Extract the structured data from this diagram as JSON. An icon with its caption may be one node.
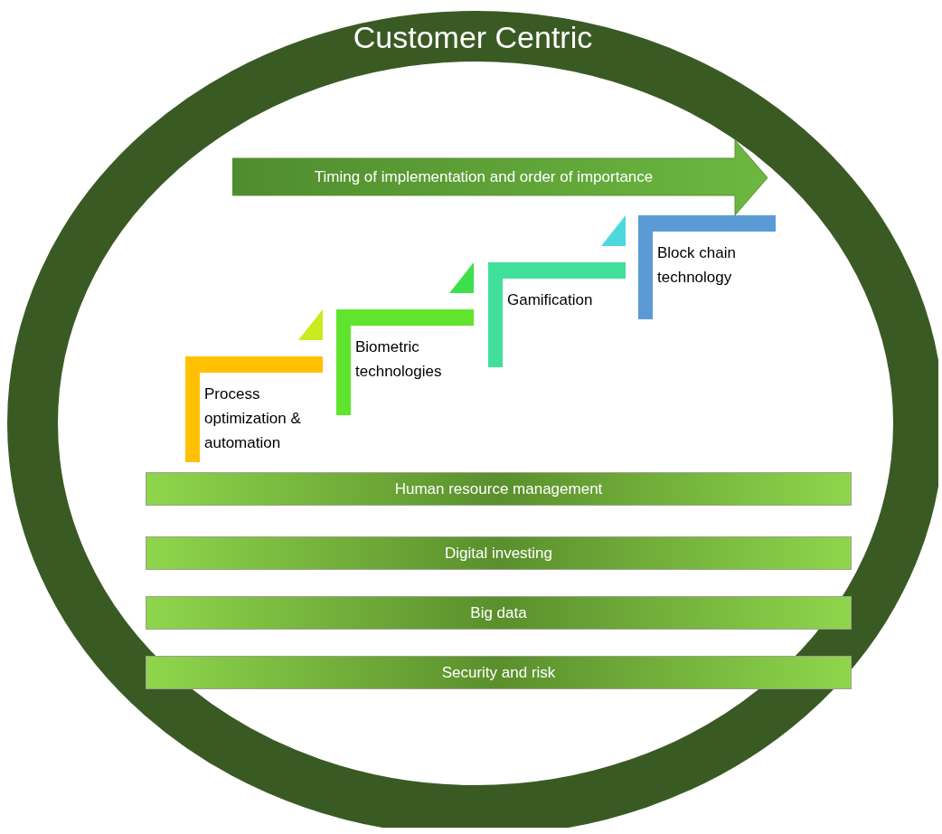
{
  "diagram": {
    "nodes": [
      {
        "text": [
          "Customer Centric"
        ]
      },
      {
        "text": [
          "Timing of implementation and order of importance"
        ],
        "in": 0
      },
      {
        "text": [
          "Process optimization & automation"
        ],
        "in": 0
      },
      {
        "text": [
          "Biometric technologies"
        ],
        "in": 0
      },
      {
        "text": [
          "Gamification"
        ],
        "in": 0
      },
      {
        "text": [
          "Block chain technology"
        ],
        "in": 0
      },
      {
        "text": [
          "Human resource management"
        ],
        "in": 0
      },
      {
        "text": [
          "Digital investing"
        ],
        "in": 0
      },
      {
        "text": [
          "Big data"
        ],
        "in": 0
      },
      {
        "text": [
          "Security and risk"
        ],
        "in": 0
      }
    ]
  }
}
